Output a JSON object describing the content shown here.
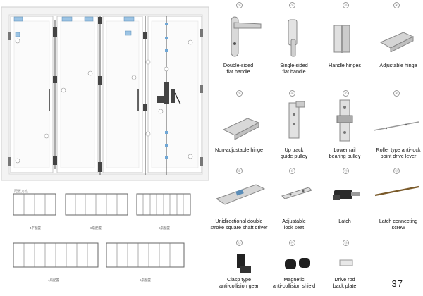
{
  "page_number": "37",
  "config_heading": "配置方案",
  "components": [
    {
      "id": "double-sided-flat-handle",
      "num": "①",
      "lines": [
        "Double-sided",
        "flat handle"
      ]
    },
    {
      "id": "single-sided-flat-handle",
      "num": "②",
      "lines": [
        "Single-sided",
        "flat handle"
      ]
    },
    {
      "id": "handle-hinges",
      "num": "③",
      "lines": [
        "Handle hinges"
      ]
    },
    {
      "id": "adjustable-hinge",
      "num": "④",
      "lines": [
        "Adjustable hinge"
      ]
    },
    {
      "id": "non-adjustable-hinge",
      "num": "⑤",
      "lines": [
        "Non-adjustable hinge"
      ]
    },
    {
      "id": "up-track-guide-pulley",
      "num": "⑥",
      "lines": [
        "Up track",
        "guide pulley"
      ]
    },
    {
      "id": "lower-rail-bearing-pulley",
      "num": "⑦",
      "lines": [
        "Lower rail",
        "bearing pulley"
      ]
    },
    {
      "id": "roller-type-anti-lock",
      "num": "⑧",
      "lines": [
        "Roller type anti-lock",
        "point drive lever"
      ]
    },
    {
      "id": "unidirectional-shaft-driver",
      "num": "⑨",
      "lines": [
        "Unidirectional double",
        "stroke square shaft driver"
      ]
    },
    {
      "id": "adjustable-lock-seat",
      "num": "⑩",
      "lines": [
        "Adjustable",
        "lock seat"
      ]
    },
    {
      "id": "latch",
      "num": "⑪",
      "lines": [
        "Latch"
      ]
    },
    {
      "id": "latch-connecting-screw",
      "num": "⑫",
      "lines": [
        "Latch connecting",
        "screw"
      ]
    },
    {
      "id": "clasp-anti-collision-gear",
      "num": "⑬",
      "lines": [
        "Clasp type",
        "anti-collision gear"
      ]
    },
    {
      "id": "magnetic-anti-collision-shield",
      "num": "⑭",
      "lines": [
        "Magnetic",
        "anti-collision shield"
      ]
    },
    {
      "id": "drive-rod-back-plate",
      "num": "⑮",
      "lines": [
        "Drive rod",
        "back plate"
      ]
    }
  ],
  "configs": [
    "4平配置",
    "6扇配置",
    "8扇配置",
    "4扇配置",
    "6扇配置"
  ]
}
